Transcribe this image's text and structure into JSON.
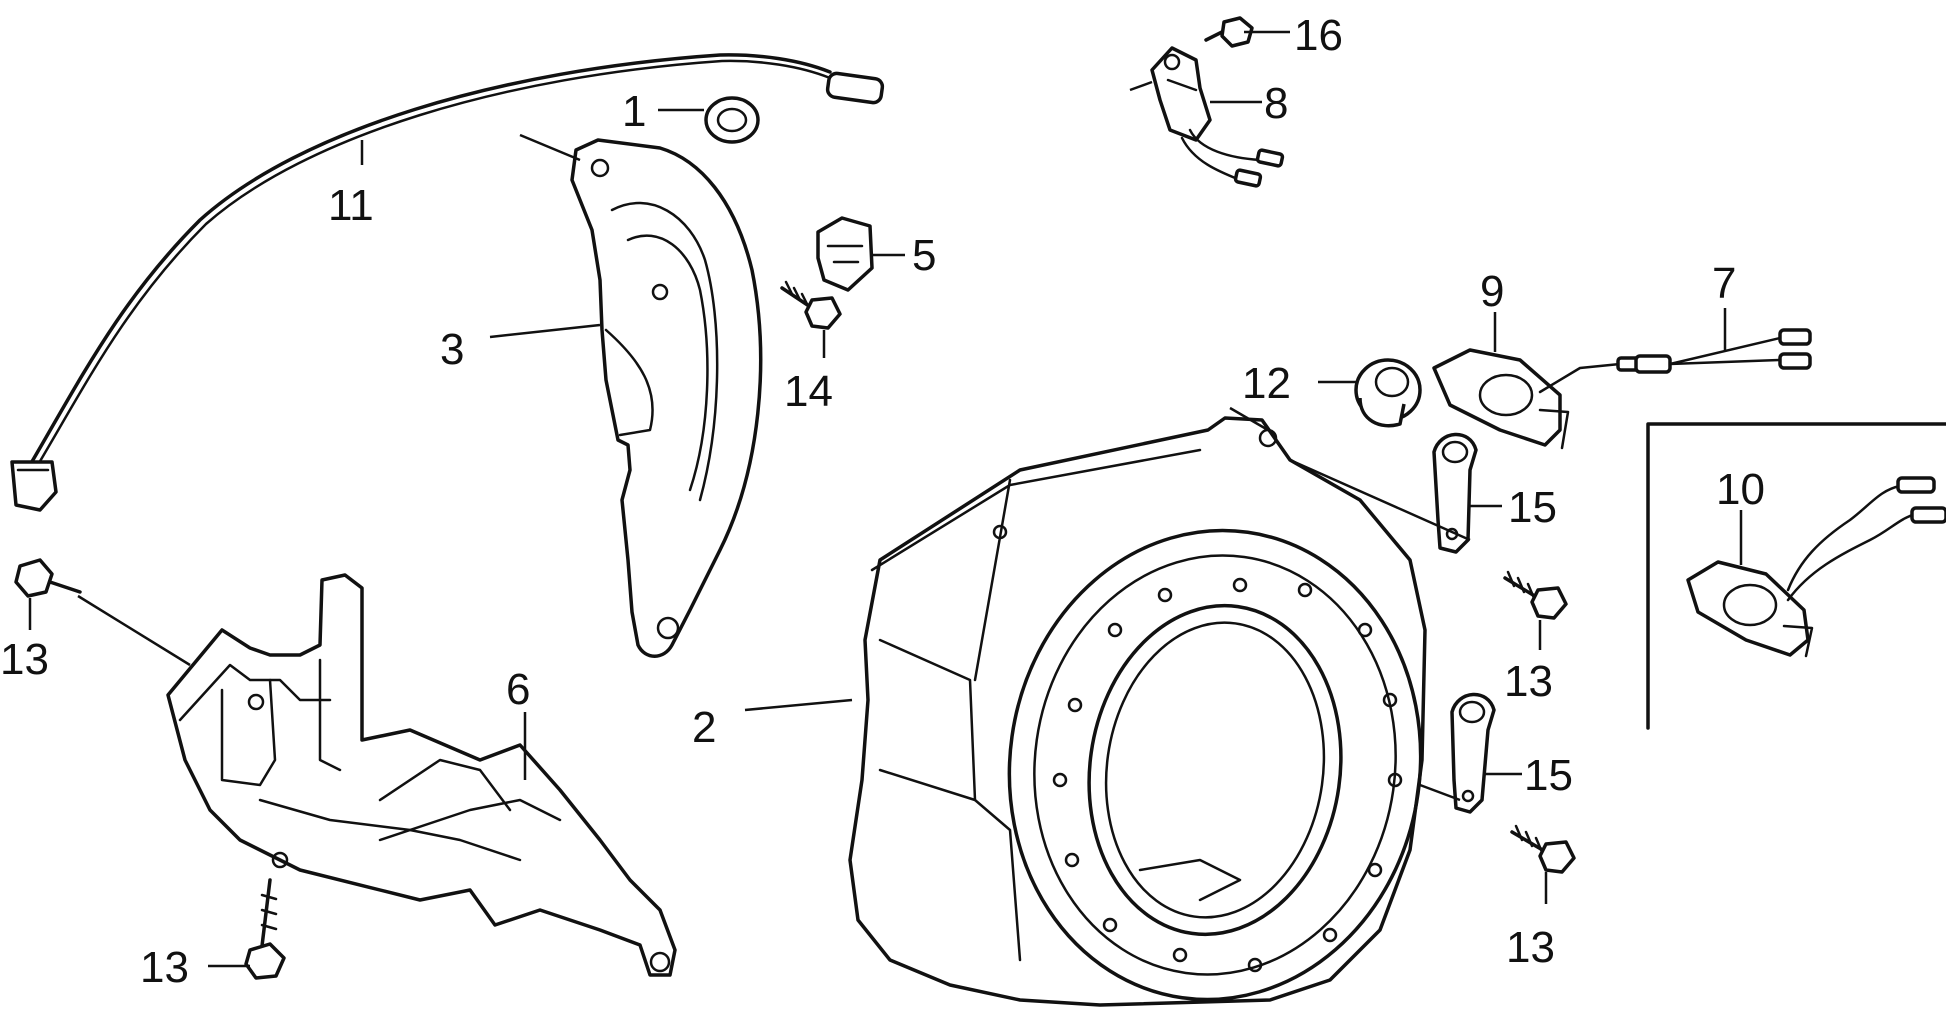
{
  "callouts": {
    "p1": "1",
    "p2": "2",
    "p3": "3",
    "p5": "5",
    "p6": "6",
    "p7": "7",
    "p8": "8",
    "p9": "9",
    "p10": "10",
    "p11": "11",
    "p12": "12",
    "p13a": "13",
    "p13b": "13",
    "p13c": "13",
    "p13d": "13",
    "p14": "14",
    "p15a": "15",
    "p15b": "15",
    "p16": "16"
  }
}
